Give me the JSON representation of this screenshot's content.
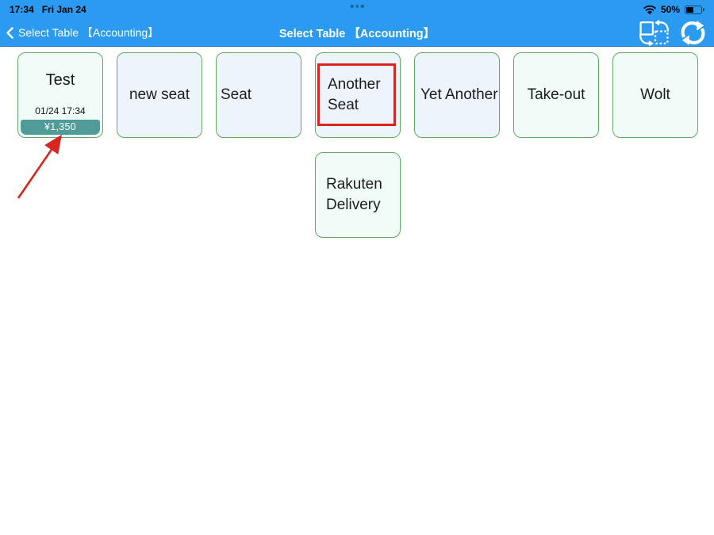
{
  "colors": {
    "bar-blue": "#2b9af1",
    "card-border": "#63a963",
    "card-mint": "#f1fcf9",
    "card-blue": "#eef4fb",
    "badge-teal": "#4f9b98",
    "annotation-red": "#d9251f"
  },
  "status_bar": {
    "time": "17:34",
    "date": "Fri Jan 24",
    "battery": "50%"
  },
  "nav_bar": {
    "back_label": "Select Table 【Accounting】",
    "title": "Select Table 【Accounting】"
  },
  "tables": [
    {
      "name": "Test",
      "timestamp": "01/24 17:34",
      "amount": "¥1,350"
    },
    {
      "name": "new seat"
    },
    {
      "name": "Seat"
    },
    {
      "name": "Another Seat"
    },
    {
      "name": "Yet Another"
    },
    {
      "name": "Take-out"
    },
    {
      "name": "Wolt"
    },
    {
      "name": "Rakuten Delivery"
    }
  ],
  "annotations": {
    "red_box_target": "Another Seat",
    "red_arrow_target": "¥1,350"
  }
}
